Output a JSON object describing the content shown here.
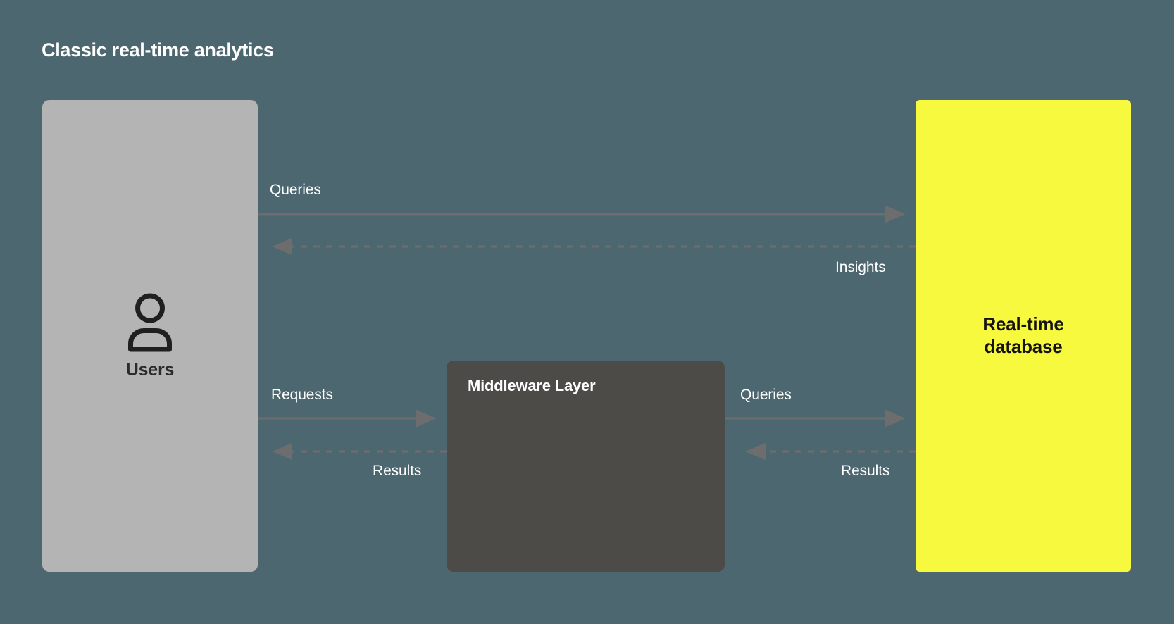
{
  "diagram": {
    "title": "Classic real-time analytics",
    "background_color": "#4d6770",
    "nodes": [
      {
        "id": "users",
        "label": "Users",
        "icon": "user-icon",
        "color": "#b4b4b4",
        "text_color": "#2b2b2b"
      },
      {
        "id": "middleware",
        "label": "Middleware Layer",
        "color": "#4d4b47",
        "text_color": "#ffffff"
      },
      {
        "id": "database",
        "label": "Real-time database",
        "label_line1": "Real-time",
        "label_line2": "database",
        "color": "#f7f93e",
        "text_color": "#15130f"
      }
    ],
    "edges": [
      {
        "id": "users-to-db-queries",
        "label": "Queries",
        "from": "users",
        "to": "database",
        "style": "solid",
        "direction": "right",
        "color": "#6d6d6d"
      },
      {
        "id": "db-to-users-insights",
        "label": "Insights",
        "from": "database",
        "to": "users",
        "style": "dashed",
        "direction": "left",
        "color": "#6d6d6d"
      },
      {
        "id": "users-to-middleware-requests",
        "label": "Requests",
        "from": "users",
        "to": "middleware",
        "style": "solid",
        "direction": "right",
        "color": "#6d6d6d"
      },
      {
        "id": "middleware-to-users-results",
        "label": "Results",
        "from": "middleware",
        "to": "users",
        "style": "dashed",
        "direction": "left",
        "color": "#6d6d6d"
      },
      {
        "id": "middleware-to-db-queries",
        "label": "Queries",
        "from": "middleware",
        "to": "database",
        "style": "solid",
        "direction": "right",
        "color": "#6d6d6d"
      },
      {
        "id": "db-to-middleware-results",
        "label": "Results",
        "from": "database",
        "to": "middleware",
        "style": "dashed",
        "direction": "left",
        "color": "#6d6d6d"
      }
    ]
  }
}
